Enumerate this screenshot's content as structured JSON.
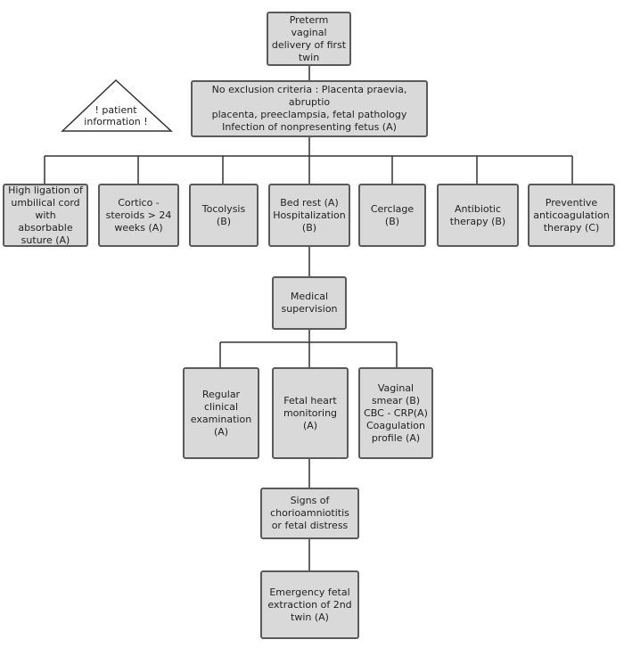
{
  "nodes": {
    "root": "Preterm vaginal\ndelivery of first\ntwin",
    "criteria": "No exclusion criteria : Placenta praevia, abruptio\nplacenta, preeclampsia, fetal pathology\nInfection of nonpresenting fetus (A)",
    "warning": "! patient\ninformation  !",
    "ligation": "High ligation of\numbilical cord\nwith absorbable\nsuture (A)",
    "corticosteroids": "Cortico -\nsteroids > 24\nweeks (A)",
    "tocolysis": "Tocolysis\n(B)",
    "bedrest": "Bed rest (A)\nHospitalization\n(B)",
    "cerclage": "Cerclage\n(B)",
    "antibiotic": "Antibiotic\ntherapy (B)",
    "anticoagulation": "Preventive\nanticoagulation\ntherapy (C)",
    "supervision": "Medical\nsupervision",
    "regular_exam": "Regular\nclinical\nexamination\n(A)",
    "fetal_heart": "Fetal heart\nmonitoring\n(A)",
    "vaginal_smear": "Vaginal\nsmear (B)\nCBC - CRP(A)\nCoagulation\nprofile (A)",
    "signs": "Signs of\nchorioamniotitis\nor fetal distress",
    "emergency": "Emergency fetal\nextraction of 2nd\ntwin (A)"
  },
  "colors": {
    "box_fill": "#d9d9d9",
    "box_border": "#5a5a5a",
    "line": "#333333"
  }
}
